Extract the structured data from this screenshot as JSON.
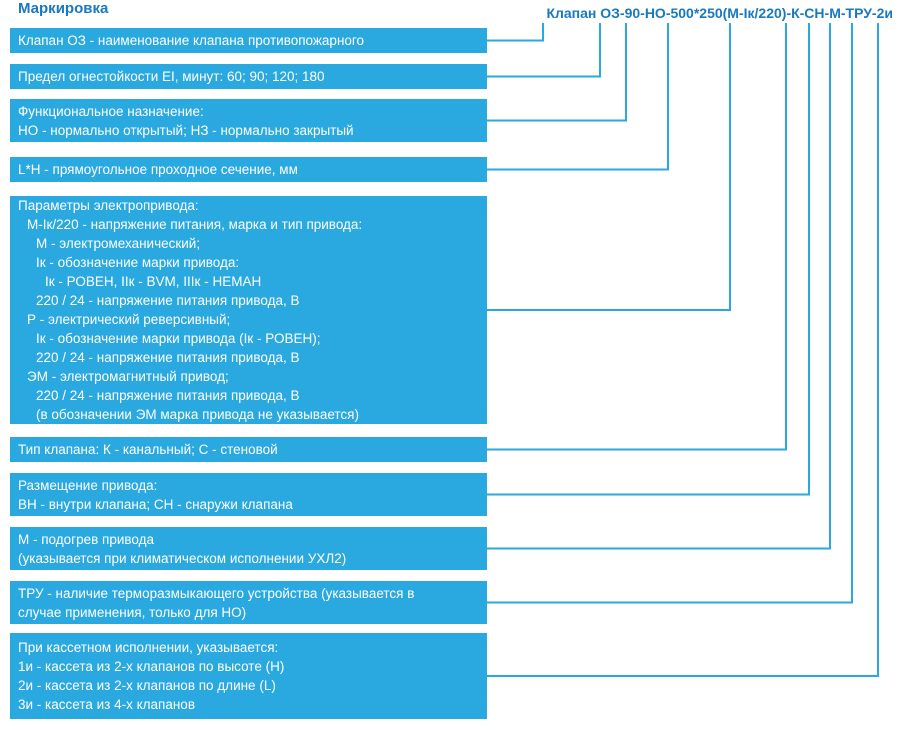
{
  "title": "Маркировка",
  "code_label": "Клапан ОЗ-90-НО-500*250(М-Iк/220)-К-СН-М-ТРУ-2и",
  "colors": {
    "box_fill": "#2AA9E0",
    "connector": "#2AA9E0",
    "accent_text": "#1879C0",
    "box_text": "#FFFFFF"
  },
  "boxes": [
    {
      "name": "valve-name",
      "lines": [
        {
          "text": "Клапан ОЗ - наименование клапана противопожарного",
          "indent": 0
        }
      ]
    },
    {
      "name": "fire-resistance",
      "lines": [
        {
          "text": "Предел огнестойкости EI, минут: 60; 90; 120; 180",
          "indent": 0
        }
      ]
    },
    {
      "name": "functional-purpose",
      "lines": [
        {
          "text": "Функциональное назначение:",
          "indent": 0
        },
        {
          "text": "НО - нормально открытый; НЗ - нормально закрытый",
          "indent": 0
        }
      ]
    },
    {
      "name": "cross-section",
      "lines": [
        {
          "text": "L*H - прямоугольное проходное сечение, мм",
          "indent": 0
        }
      ]
    },
    {
      "name": "drive-parameters",
      "lines": [
        {
          "text": "Параметры электропривода:",
          "indent": 0
        },
        {
          "text": "М-Iк/220 - напряжение питания, марка и тип привода:",
          "indent": 1
        },
        {
          "text": "М - электромеханический;",
          "indent": 2
        },
        {
          "text": "Iк - обозначение марки привода:",
          "indent": 2
        },
        {
          "text": "Iк - РОВЕН, IIк - BVM, IIIк - НЕМАН",
          "indent": 3
        },
        {
          "text": "220 / 24 - напряжение питания привода, В",
          "indent": 2
        },
        {
          "text": "Р - электрический реверсивный;",
          "indent": 1
        },
        {
          "text": "Iк - обозначение марки привода (Iк - РОВЕН);",
          "indent": 2
        },
        {
          "text": "220 / 24 - напряжение питания привода, В",
          "indent": 2
        },
        {
          "text": "ЭМ - электромагнитный привод;",
          "indent": 1
        },
        {
          "text": "220 / 24 - напряжение питания привода, В",
          "indent": 2
        },
        {
          "text": "(в обозначении ЭМ марка привода не указывается)",
          "indent": 2
        }
      ]
    },
    {
      "name": "valve-type",
      "lines": [
        {
          "text": "Тип клапана: К - канальный; С - стеновой",
          "indent": 0
        }
      ]
    },
    {
      "name": "drive-placement",
      "lines": [
        {
          "text": "Размещение привода:",
          "indent": 0
        },
        {
          "text": "ВН - внутри клапана; СН - снаружи клапана",
          "indent": 0
        }
      ]
    },
    {
      "name": "drive-heating",
      "lines": [
        {
          "text": "М - подогрев привода",
          "indent": 0
        },
        {
          "text": "(указывается при климатическом исполнении УХЛ2)",
          "indent": 0
        }
      ]
    },
    {
      "name": "thermal-release",
      "lines": [
        {
          "text": "ТРУ - наличие терморазмыкающего устройства (указывается в",
          "indent": 0
        },
        {
          "text": "случае применения, только для НО)",
          "indent": 0
        }
      ]
    },
    {
      "name": "cassette-version",
      "lines": [
        {
          "text": "При кассетном исполнении, указывается:",
          "indent": 0
        },
        {
          "text": "1и - кассета из 2-х клапанов по высоте (Н)",
          "indent": 0
        },
        {
          "text": "2и - кассета из 2-х клапанов по длине (L)",
          "indent": 0
        },
        {
          "text": "3и - кассета из 4-х клапанов",
          "indent": 0
        }
      ]
    }
  ]
}
